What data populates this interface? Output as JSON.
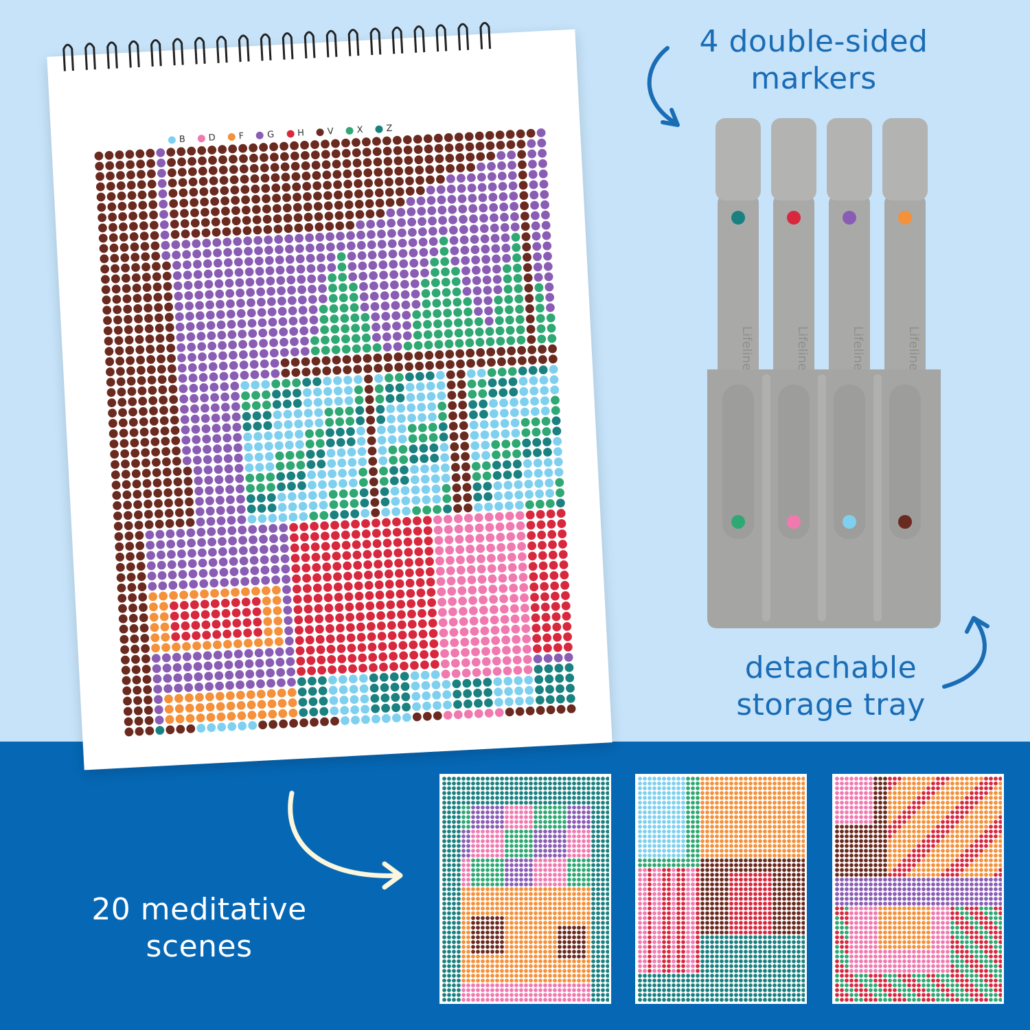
{
  "captions": {
    "markers": "4 double-sided\nmarkers",
    "markers_line1": "4 double-sided",
    "markers_line2": "markers",
    "tray_line1": "detachable",
    "tray_line2": "storage tray",
    "scenes_line1": "20 meditative",
    "scenes_line2": "scenes"
  },
  "legend": [
    {
      "letter": "B",
      "color": "#7fd0ef"
    },
    {
      "letter": "D",
      "color": "#f07ab0"
    },
    {
      "letter": "F",
      "color": "#f4913a"
    },
    {
      "letter": "G",
      "color": "#8a5db4"
    },
    {
      "letter": "H",
      "color": "#d7283e"
    },
    {
      "letter": "V",
      "color": "#6b2a1f"
    },
    {
      "letter": "X",
      "color": "#2fa873"
    },
    {
      "letter": "Z",
      "color": "#1b8080"
    }
  ],
  "markers": [
    {
      "top_color": "#1b8080",
      "bottom_color": "#2fa873",
      "brand": "Lifelines"
    },
    {
      "top_color": "#d7283e",
      "bottom_color": "#f07ab0",
      "brand": "Lifelines"
    },
    {
      "top_color": "#8a5db4",
      "bottom_color": "#7fd0ef",
      "brand": "Lifelines"
    },
    {
      "top_color": "#f4913a",
      "bottom_color": "#6b2a1f",
      "brand": "Lifelines"
    }
  ],
  "colors": {
    "background": "#c6e3f9",
    "band": "#0667b4",
    "caption": "#1a6cb5",
    "arrow_blue": "#1a6cb5",
    "arrow_cream": "#fbf6dc",
    "marker_body": "#a9a9a7"
  },
  "icons": [
    "curved-arrow-icon",
    "spiral-binding-icon"
  ]
}
